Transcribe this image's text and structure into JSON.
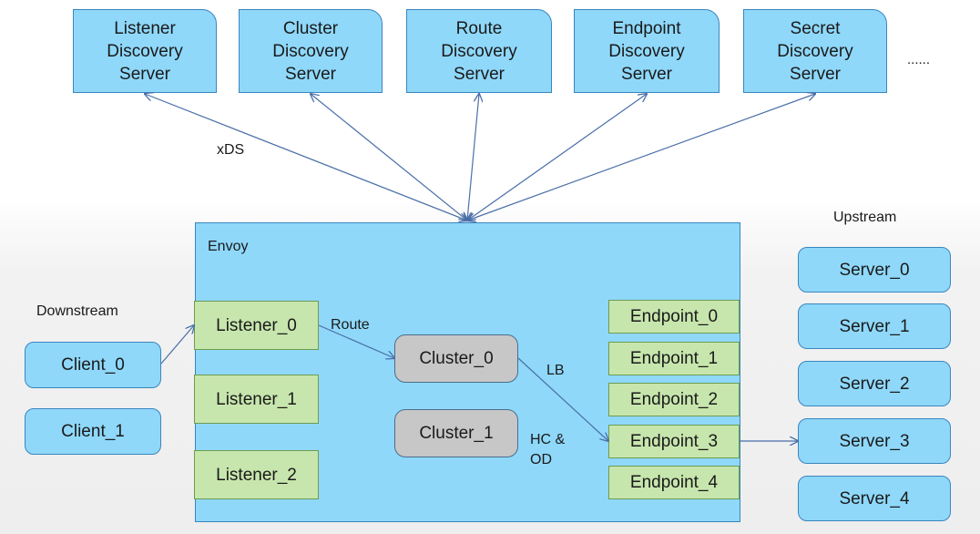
{
  "discovery_servers": [
    {
      "label": "Listener\nDiscovery\nServer"
    },
    {
      "label": "Cluster\nDiscovery\nServer"
    },
    {
      "label": "Route\nDiscovery\nServer"
    },
    {
      "label": "Endpoint\nDiscovery\nServer"
    },
    {
      "label": "Secret\nDiscovery\nServer"
    }
  ],
  "ellipsis": "......",
  "xds_label": "xDS",
  "envoy_label": "Envoy",
  "downstream_label": "Downstream",
  "upstream_label": "Upstream",
  "clients": [
    "Client_0",
    "Client_1"
  ],
  "listeners": [
    "Listener_0",
    "Listener_1",
    "Listener_2"
  ],
  "clusters": [
    "Cluster_0",
    "Cluster_1"
  ],
  "endpoints": [
    "Endpoint_0",
    "Endpoint_1",
    "Endpoint_2",
    "Endpoint_3",
    "Endpoint_4"
  ],
  "servers": [
    "Server_0",
    "Server_1",
    "Server_2",
    "Server_3",
    "Server_4"
  ],
  "edge_labels": {
    "route": "Route",
    "lb": "LB",
    "hc_od": "HC &\nOD"
  },
  "colors": {
    "box_blue": "#8fd8fa",
    "box_green": "#c7e6ad",
    "box_gray": "#c7c7c7",
    "arrow": "#4a6fa8"
  }
}
